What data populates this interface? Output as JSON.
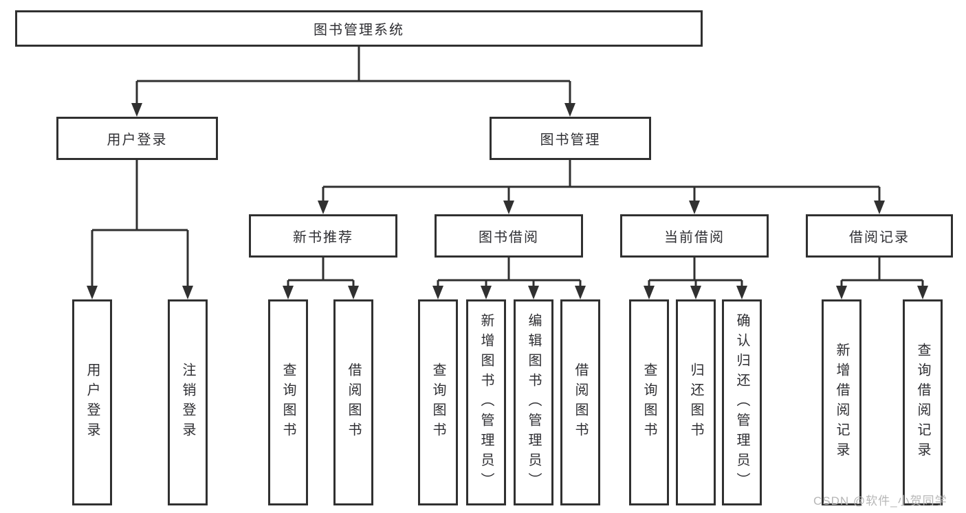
{
  "colors": {
    "line-color": "#303030",
    "text-color": "#2f2f33",
    "watermark-color": "#b6b6b6",
    "bg": "#ffffff"
  },
  "watermark": {
    "text": "CSDN @软件_小贺同学"
  },
  "tree": {
    "root": {
      "label": "图书管理系统"
    },
    "branches": [
      {
        "label": "用户登录",
        "children": [
          {
            "label": "用户登录"
          },
          {
            "label": "注销登录"
          }
        ]
      },
      {
        "label": "图书管理",
        "children": [
          {
            "label": "新书推荐",
            "children": [
              {
                "label": "查询图书"
              },
              {
                "label": "借阅图书"
              }
            ]
          },
          {
            "label": "图书借阅",
            "children": [
              {
                "label": "查询图书"
              },
              {
                "label": "新增图书（管理员）"
              },
              {
                "label": "编辑图书（管理员）"
              },
              {
                "label": "借阅图书"
              }
            ]
          },
          {
            "label": "当前借阅",
            "children": [
              {
                "label": "查询图书"
              },
              {
                "label": "归还图书"
              },
              {
                "label": "确认归还（管理员）"
              }
            ]
          },
          {
            "label": "借阅记录",
            "children": [
              {
                "label": "新增借阅记录"
              },
              {
                "label": "查询借阅记录"
              }
            ]
          }
        ]
      }
    ]
  }
}
